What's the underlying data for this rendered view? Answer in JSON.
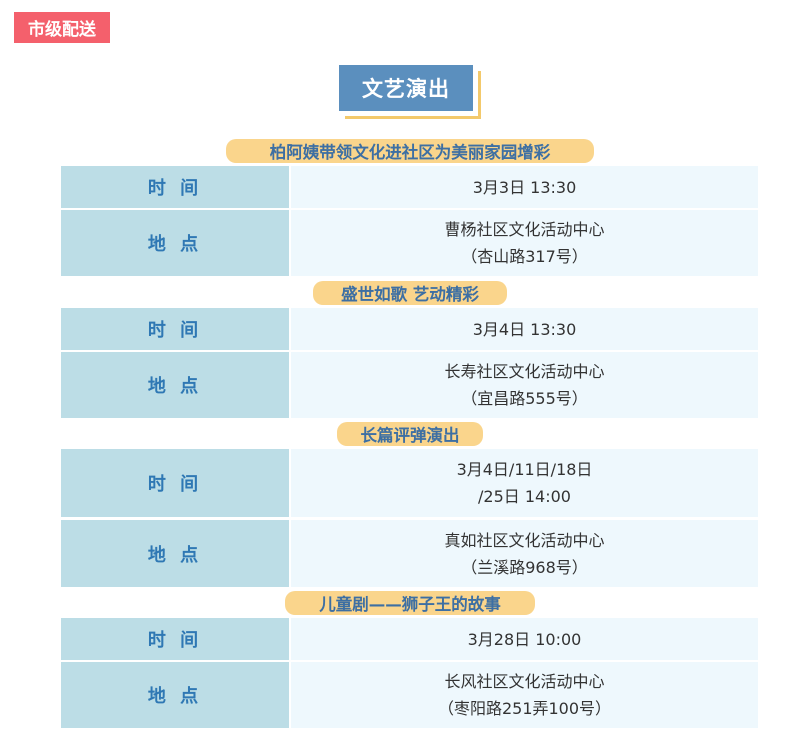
{
  "tag": "市级配送",
  "section_title": "文艺演出",
  "events": [
    {
      "title": "柏阿姨带领文化进社区为美丽家园增彩",
      "time_label": "时 间",
      "time_lines": [
        "3月3日 13:30"
      ],
      "place_label": "地 点",
      "place_lines": [
        "曹杨社区文化活动中心",
        "（杏山路317号）"
      ]
    },
    {
      "title": "盛世如歌 艺动精彩",
      "time_label": "时 间",
      "time_lines": [
        "3月4日 13:30"
      ],
      "place_label": "地 点",
      "place_lines": [
        "长寿社区文化活动中心",
        "（宜昌路555号）"
      ]
    },
    {
      "title": "长篇评弹演出",
      "time_label": "时 间",
      "time_lines": [
        "3月4日/11日/18日",
        "/25日 14:00"
      ],
      "place_label": "地 点",
      "place_lines": [
        "真如社区文化活动中心",
        "（兰溪路968号）"
      ]
    },
    {
      "title": "儿童剧——狮子王的故事",
      "time_label": "时 间",
      "time_lines": [
        "3月28日 10:00"
      ],
      "place_label": "地 点",
      "place_lines": [
        "长风社区文化活动中心",
        "（枣阳路251弄100号）"
      ]
    }
  ]
}
